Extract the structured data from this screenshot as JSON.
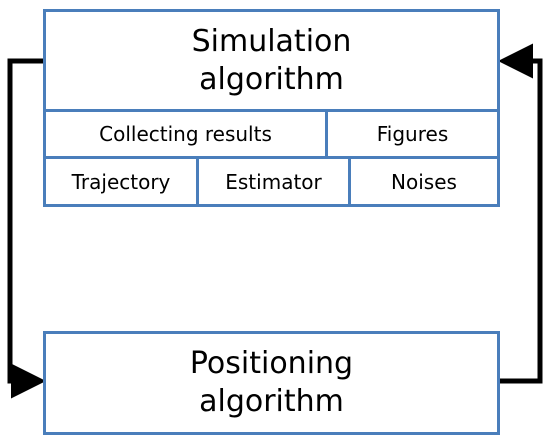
{
  "diagram": {
    "simulation": {
      "title_line1": "Simulation",
      "title_line2": "algorithm",
      "modules": {
        "collecting_results": "Collecting results",
        "figures": "Figures",
        "trajectory": "Trajectory",
        "estimator": "Estimator",
        "noises": "Noises"
      }
    },
    "positioning": {
      "title_line1": "Positioning",
      "title_line2": "algorithm"
    }
  },
  "colors": {
    "box_border": "#4a7ebb",
    "arrow": "#000000"
  }
}
